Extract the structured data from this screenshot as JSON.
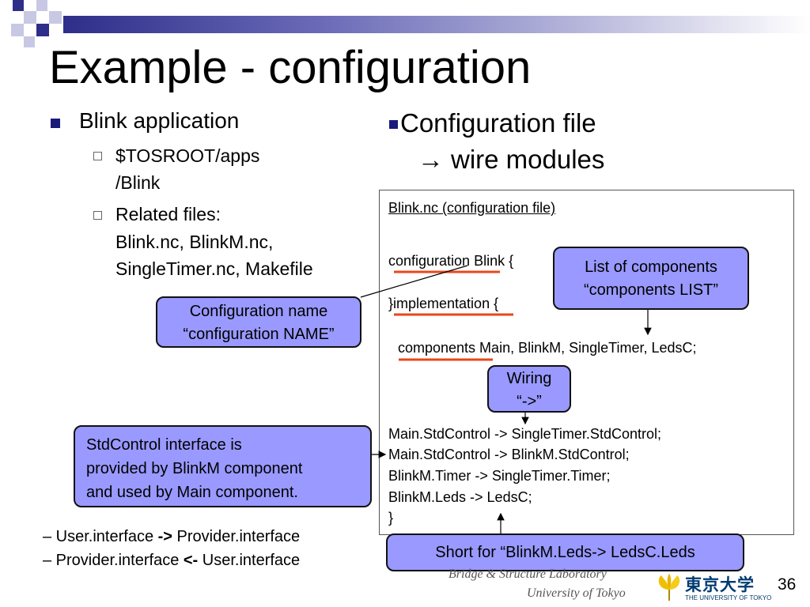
{
  "title": "Example - configuration",
  "left_column": {
    "bullet": "Blink application",
    "sub_items": [
      {
        "lines": [
          "$TOSROOT/apps",
          "/Blink"
        ]
      },
      {
        "lines": [
          "Related files:",
          "Blink.nc, BlinkM.nc,",
          "SingleTimer.nc, Makefile"
        ]
      }
    ]
  },
  "right_header": {
    "line1": "Configuration file",
    "arrow_glyph": "→",
    "line2": "wire modules"
  },
  "config_box": {
    "heading": "Blink.nc (configuration file)",
    "lines": [
      "configuration Blink {",
      "}implementation {",
      "components Main, BlinkM, SingleTimer, LedsC;",
      "Main.StdControl -> SingleTimer.StdControl;",
      "Main.StdControl -> BlinkM.StdControl;",
      "BlinkM.Timer -> SingleTimer.Timer;",
      "BlinkM.Leds -> LedsC;",
      "}"
    ]
  },
  "callouts": {
    "components_list": [
      "List of components",
      "“components LIST”"
    ],
    "config_name": [
      "Configuration name",
      "“configuration NAME”"
    ],
    "wiring": [
      "Wiring",
      "“->”"
    ],
    "stdcontrol": [
      "StdControl interface is",
      "provided by BlinkM component",
      "and used by Main component."
    ],
    "short_for": "Short for “BlinkM.Leds-> LedsC.Leds"
  },
  "notes": {
    "line1": {
      "prefix": "– User.interface ",
      "op": "->",
      "suffix": " Provider.interface"
    },
    "line2": {
      "prefix": "– Provider.interface ",
      "op": "<-",
      "suffix": " User.interface"
    }
  },
  "footer": {
    "lab": "Bridge & Structure Laboratory",
    "univ": "University of Tokyo",
    "logo_kanji": "東京大学",
    "logo_sub": "THE UNIVERSITY OF TOKYO",
    "page_number": "36"
  },
  "colors": {
    "callout_fill": "#9999ff",
    "underline": "#e8471a",
    "bullet": "#1a1a7a"
  }
}
